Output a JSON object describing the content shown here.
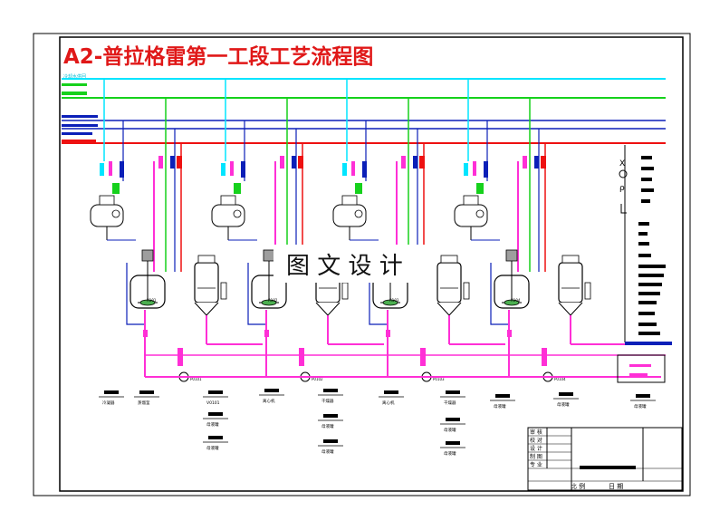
{
  "title": "A2-普拉格雷第一工段工艺流程图",
  "header_note": "冷却水供回",
  "watermark": "图 文 设 计",
  "pipe_colors": {
    "cyan": "#00e5ff",
    "green": "#16d11c",
    "blue": "#0b1fb8",
    "red": "#ee1111",
    "magenta": "#ff2fd6",
    "dark_red": "#b8006b",
    "title_red": "#e01818"
  },
  "reactor_tags": [
    "R101",
    "R102",
    "R103",
    "R104"
  ],
  "pump_tags": [
    "P0101",
    "P0102",
    "P0103",
    "P0104"
  ],
  "bottom_labels": [
    "冷凝器",
    "蒸馏釜",
    "V0101",
    "离心机",
    "干燥器",
    "离心机",
    "干燥器",
    "母液罐",
    "母液罐",
    "母液罐",
    "母液罐",
    "母液罐",
    "母液罐",
    "母液罐",
    "母液罐",
    "母液罐"
  ],
  "title_block": {
    "rows": [
      "审 核",
      "校 对",
      "设 计",
      "制 图",
      "专 业"
    ],
    "footer_left": "比 例",
    "footer_right": "日 期"
  }
}
